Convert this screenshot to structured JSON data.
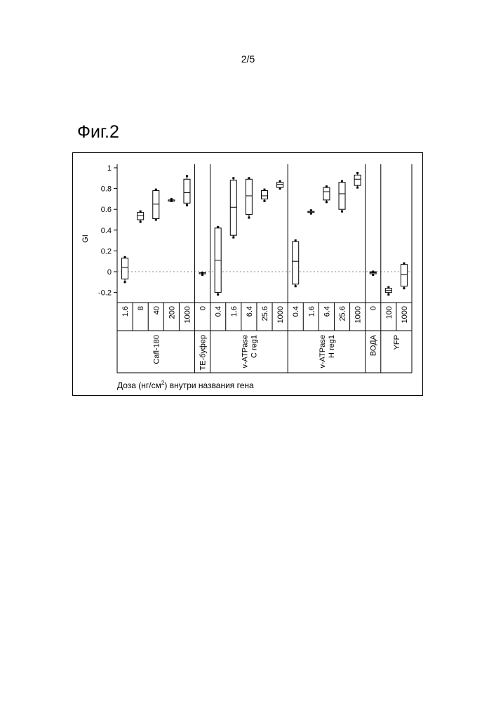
{
  "page": {
    "number": "2/5"
  },
  "figure": {
    "title": "Фиг.2"
  },
  "chart_data": {
    "type": "box",
    "ylabel": "GI",
    "ylim": [
      -0.25,
      1.0
    ],
    "yticks": [
      1,
      0.8,
      0.6,
      0.4,
      0.2,
      0,
      -0.2
    ],
    "ytick_labels": [
      "1",
      "0.8",
      "0.6",
      "0.4",
      "0.2",
      "0",
      "-0.2"
    ],
    "reference_line": {
      "y": 0,
      "style": "dotted"
    },
    "xlabel_prefix": "Доза (нг/см",
    "xlabel_sup": "2",
    "xlabel_suffix": ") внутри названия гена",
    "groups": [
      {
        "label_lines": [
          "Cafl-180"
        ],
        "doses": [
          "1.6",
          "8",
          "40",
          "200",
          "1000"
        ]
      },
      {
        "label_lines": [
          "ТЕ-буфер"
        ],
        "doses": [
          "0"
        ]
      },
      {
        "label_lines": [
          "v-ATPase",
          "C reg1"
        ],
        "doses": [
          "0.4",
          "1.6",
          "6.4",
          "25.6",
          "1000"
        ]
      },
      {
        "label_lines": [
          "v-ATPase",
          "H reg1"
        ],
        "doses": [
          "0.4",
          "1.6",
          "6.4",
          "25.6",
          "1000"
        ]
      },
      {
        "label_lines": [
          "ВОДА"
        ],
        "doses": [
          "0"
        ]
      },
      {
        "label_lines": [
          "YFP"
        ],
        "doses": [
          "100",
          "1000"
        ]
      }
    ],
    "boxes": [
      {
        "group": 0,
        "dose": "1.6",
        "min": -0.1,
        "q1": -0.07,
        "median": 0.04,
        "q3": 0.13,
        "max": 0.14
      },
      {
        "group": 0,
        "dose": "8",
        "min": 0.48,
        "q1": 0.5,
        "median": 0.54,
        "q3": 0.57,
        "max": 0.58
      },
      {
        "group": 0,
        "dose": "40",
        "min": 0.5,
        "q1": 0.51,
        "median": 0.65,
        "q3": 0.78,
        "max": 0.79
      },
      {
        "group": 0,
        "dose": "200",
        "min": 0.68,
        "q1": 0.68,
        "median": 0.69,
        "q3": 0.69,
        "max": 0.7
      },
      {
        "group": 0,
        "dose": "1000",
        "min": 0.64,
        "q1": 0.66,
        "median": 0.76,
        "q3": 0.89,
        "max": 0.92
      },
      {
        "group": 1,
        "dose": "0",
        "min": -0.03,
        "q1": -0.02,
        "median": -0.02,
        "q3": -0.01,
        "max": -0.01
      },
      {
        "group": 2,
        "dose": "0.4",
        "min": -0.22,
        "q1": -0.2,
        "median": 0.11,
        "q3": 0.42,
        "max": 0.43
      },
      {
        "group": 2,
        "dose": "1.6",
        "min": 0.33,
        "q1": 0.35,
        "median": 0.62,
        "q3": 0.88,
        "max": 0.9
      },
      {
        "group": 2,
        "dose": "6.4",
        "min": 0.52,
        "q1": 0.55,
        "median": 0.73,
        "q3": 0.89,
        "max": 0.9
      },
      {
        "group": 2,
        "dose": "25.6",
        "min": 0.68,
        "q1": 0.7,
        "median": 0.73,
        "q3": 0.78,
        "max": 0.79
      },
      {
        "group": 2,
        "dose": "1000",
        "min": 0.8,
        "q1": 0.81,
        "median": 0.84,
        "q3": 0.86,
        "max": 0.87
      },
      {
        "group": 3,
        "dose": "0.4",
        "min": -0.14,
        "q1": -0.12,
        "median": 0.1,
        "q3": 0.29,
        "max": 0.3
      },
      {
        "group": 3,
        "dose": "1.6",
        "min": 0.56,
        "q1": 0.57,
        "median": 0.58,
        "q3": 0.58,
        "max": 0.59
      },
      {
        "group": 3,
        "dose": "6.4",
        "min": 0.67,
        "q1": 0.69,
        "median": 0.77,
        "q3": 0.81,
        "max": 0.82
      },
      {
        "group": 3,
        "dose": "25.6",
        "min": 0.58,
        "q1": 0.6,
        "median": 0.75,
        "q3": 0.86,
        "max": 0.87
      },
      {
        "group": 3,
        "dose": "1000",
        "min": 0.81,
        "q1": 0.83,
        "median": 0.89,
        "q3": 0.93,
        "max": 0.95
      },
      {
        "group": 4,
        "dose": "0",
        "min": -0.03,
        "q1": -0.02,
        "median": -0.01,
        "q3": 0,
        "max": 0
      },
      {
        "group": 5,
        "dose": "100",
        "min": -0.22,
        "q1": -0.2,
        "median": -0.18,
        "q3": -0.16,
        "max": -0.15
      },
      {
        "group": 5,
        "dose": "1000",
        "min": -0.16,
        "q1": -0.14,
        "median": -0.03,
        "q3": 0.07,
        "max": 0.08
      }
    ]
  }
}
